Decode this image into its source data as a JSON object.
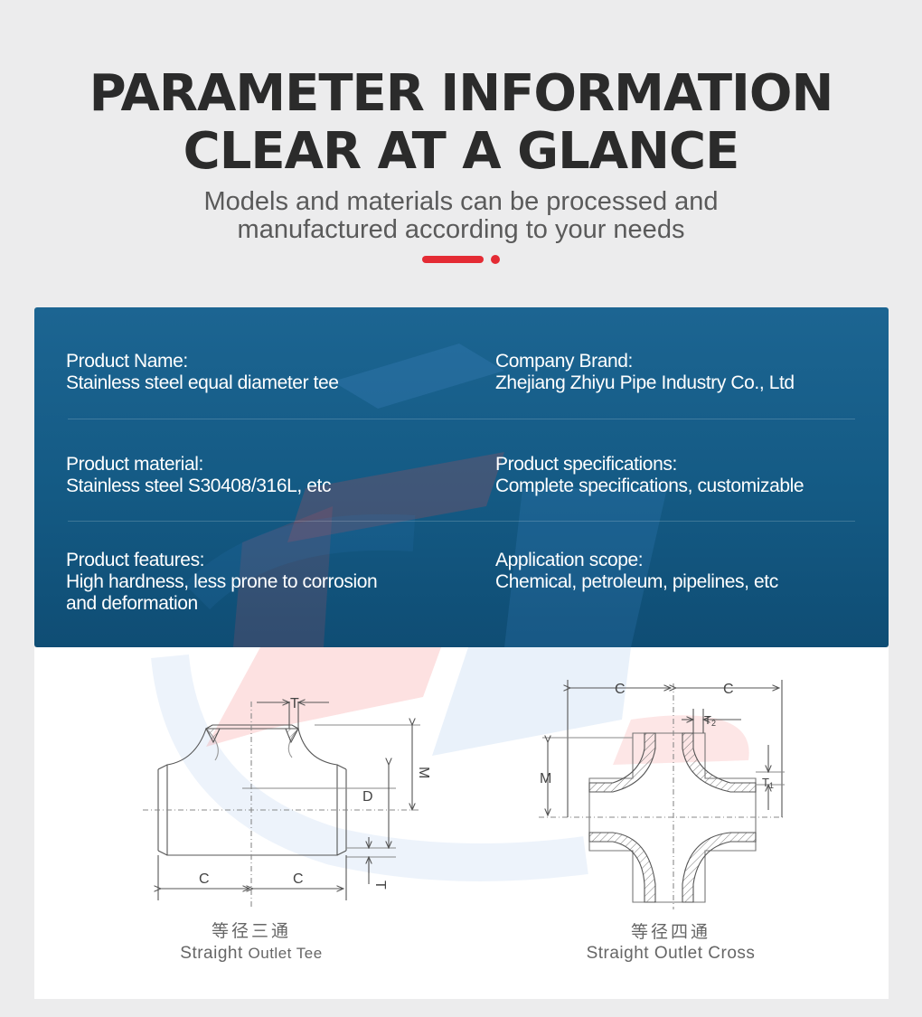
{
  "header": {
    "title_line1": "PARAMETER INFORMATION",
    "title_line2": "CLEAR AT A GLANCE",
    "subtitle_line1": "Models and materials can be processed and",
    "subtitle_line2": "manufactured according to your needs"
  },
  "colors": {
    "accent": "#e42b34",
    "card_blue": "#145a84",
    "watermark_red": "#f25a5a",
    "watermark_blue": "#4a8ed6"
  },
  "info": {
    "product_name": {
      "label": "Product Name:",
      "value": "Stainless steel equal diameter tee"
    },
    "company_brand": {
      "label": "Company Brand:",
      "value": "Zhejiang Zhiyu Pipe Industry Co., Ltd"
    },
    "product_material": {
      "label": "Product material:",
      "value": "Stainless steel S30408/316L, etc"
    },
    "product_specifications": {
      "label": "Product specifications:",
      "value": "Complete specifications, customizable"
    },
    "product_features": {
      "label": "Product features:",
      "value_line1": "High hardness, less prone to corrosion",
      "value_line2": "and deformation"
    },
    "application_scope": {
      "label": "Application scope:",
      "value": "Chemical, petroleum, pipelines, etc"
    }
  },
  "diagrams": {
    "tee": {
      "caption_cn": "等径三通",
      "caption_en_1": "Straight",
      "caption_en_2": "Outlet Tee",
      "dim_T": "T",
      "dim_M": "M",
      "dim_D": "D",
      "dim_C": "C",
      "dim_T_bottom": "T"
    },
    "cross": {
      "caption_cn": "等径四通",
      "caption_en": "Straight Outlet Cross",
      "dim_C": "C",
      "dim_M": "M",
      "dim_T2": "T",
      "dim_T2_sub": "2",
      "dim_T1": "T",
      "dim_T1_sub": "1"
    }
  }
}
